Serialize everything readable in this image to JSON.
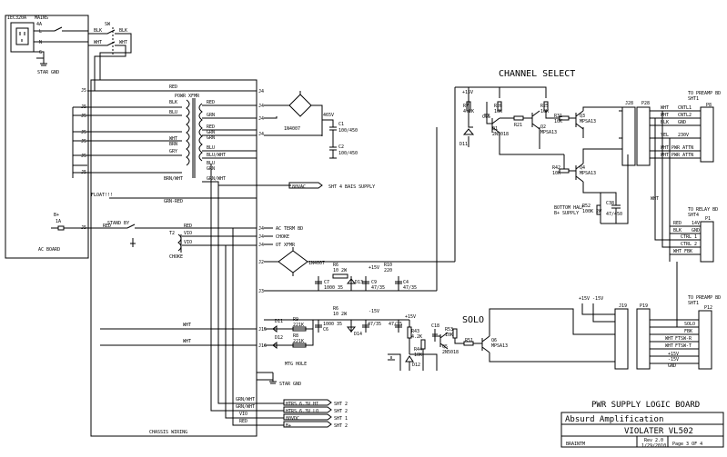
{
  "diagram": {
    "left_board": {
      "label_ac_board": "AC BOARD",
      "connector_iec": "IEC320A",
      "mains": "MAINS",
      "mains_fuse": "4A",
      "switch": "SW",
      "blk": "BLK",
      "wht": "WHT",
      "star_gnd": "STAR GND",
      "j5": "J5",
      "b_plus": "B+",
      "fuse_1a": "1A"
    },
    "chassis": {
      "label": "CHASSIS WIRING",
      "power_xfmr": "POWR XFMR",
      "red": "RED",
      "blk": "BLK",
      "blu": "BLU",
      "grn": "GRN",
      "wht": "WHT",
      "brn": "BRN",
      "gry": "GRY",
      "brn_wht": "BRN/WHT",
      "grn_red": "GRN-RED",
      "float": "FLOAT!!!",
      "stand_by": "STAND BY",
      "choke": "CHOKE",
      "t2": "T2",
      "mtg_hole": "MTG HOLE",
      "blu_wht": "BLU/WHT",
      "grn_wht": "GRN/WHT",
      "red_grn": "RED",
      "vio": "VIO"
    },
    "center": {
      "j4": "J4",
      "rectifier": "1N4007",
      "c1": "C1",
      "c1_val": "100/450",
      "c2": "C2",
      "c2_val": "100/450",
      "v465": "465V",
      "bias_label": "80VAC",
      "bias_dest": "SHT 4  BAIS SUPPLY",
      "ac_term": "AC TERM BD",
      "choke": "CHOKE",
      "ot_xfmr": "OT XFMR",
      "rect2": "1N4007",
      "r6": "R6",
      "r6_val": "10 2W",
      "c7": "C7",
      "c7_val": "1000 35",
      "d13": "D13",
      "c9": "C9",
      "c9_val": "47/35",
      "r10": "R10",
      "r10_val": "220",
      "c4": "C4",
      "c4_val": "47/35",
      "p15v": "+15V",
      "m15v": "-15V",
      "d14": "D14",
      "c6": "C6",
      "c6_val": "1000 35",
      "r7_val": "47/35",
      "j15": "J15",
      "j16": "J16",
      "d11": "D11",
      "d12": "D12",
      "r9": "R9",
      "r9_val": "221K",
      "r8": "R8",
      "r8_val": "221K",
      "htrs_hi": "HTRS 6.3V HI",
      "htrs_lo": "HTRS 6.3V LO",
      "v80": "80VDC",
      "b_plus": "B+",
      "sht2": "SHT 2",
      "sht1": "SHT 1"
    },
    "channel_select": {
      "title": "CHANNEL SELECT",
      "p15v": "+15V",
      "r7": "R7",
      "r7_val": "4.2K",
      "d11": "D11",
      "r25": "R25",
      "r25_val": "10K",
      "r26": "R26",
      "r26_val": "10K",
      "q1": "Q1",
      "q1_type": "2N5018",
      "q2": "Q2",
      "q2_type": "MPSA13",
      "q3": "Q3",
      "q3_type": "MPSA13",
      "q4": "Q4",
      "q4_type": "MPSA13",
      "r21": "R21",
      "r31": "R31",
      "r31_val": "10K",
      "r42": "R42",
      "r42_val": "10K",
      "c15": "C15",
      "bottom_half": "BOTTOM HALF",
      "b_supply": "B+ SUPPLY",
      "r52": "R52",
      "r52_val": "100K 2W",
      "c38": "C38",
      "c38_val": "47/450",
      "j28": "J28",
      "p28": "P28",
      "w_wht": "WHT",
      "w_cntl": "CNTL1",
      "w_cntl2": "CNTL2",
      "w_blk": "BLK",
      "w_gnd": "GND",
      "w_yel": "YEL",
      "w_230v": "230V",
      "w_pwr_attn": "WHT PWR ATTN",
      "w_pwr_attn2": "WHT PWR ATTN"
    },
    "right": {
      "to_preamp": "TO PREAMP BD",
      "sht1": "SHT1",
      "p8": "P8",
      "to_relay": "TO RELAY BD",
      "sht4": "SHT4",
      "p1": "P1",
      "red": "RED",
      "blk": "BLK",
      "v14": "14V",
      "gnd": "GND",
      "ctrl1": "CTRL 1",
      "ctrl2": "CTRL 2",
      "wht_fbk": "WHT FBK",
      "wht": "WHT",
      "to_preamp2": "TO PREAMP BD",
      "sht1b": "SHT1",
      "p12": "P12",
      "j19": "J19",
      "p19": "P19",
      "pm15": "+15V -15V",
      "solo": "SOLO",
      "fbk": "FBK",
      "ftsw_r": "FTSW-R",
      "ftsw_t": "FTSW-T",
      "p15": "+15V",
      "m15": "-15V",
      "gnd2": "GND"
    },
    "solo": {
      "title": "SOLO",
      "p15v": "+15V",
      "r43": "R43",
      "r43_val": "4.2K",
      "d12": "D12",
      "r44": "R44",
      "r44_val": "10K",
      "r53": "R53",
      "r53_val": "10K",
      "c18": "C18",
      "q5": "Q5",
      "q5_type": "2N5018",
      "q6": "Q6",
      "q6_type": "MPSA13",
      "r51": "R51"
    }
  },
  "title_block": {
    "title": "PWR SUPPLY LOGIC BOARD",
    "company": "Absurd Amplification",
    "product": "VIOLATER VL502",
    "author": "BRAINTM",
    "rev": "Rev 2.0",
    "date": "1/29/2010",
    "page": "Page 3 OF 4"
  }
}
